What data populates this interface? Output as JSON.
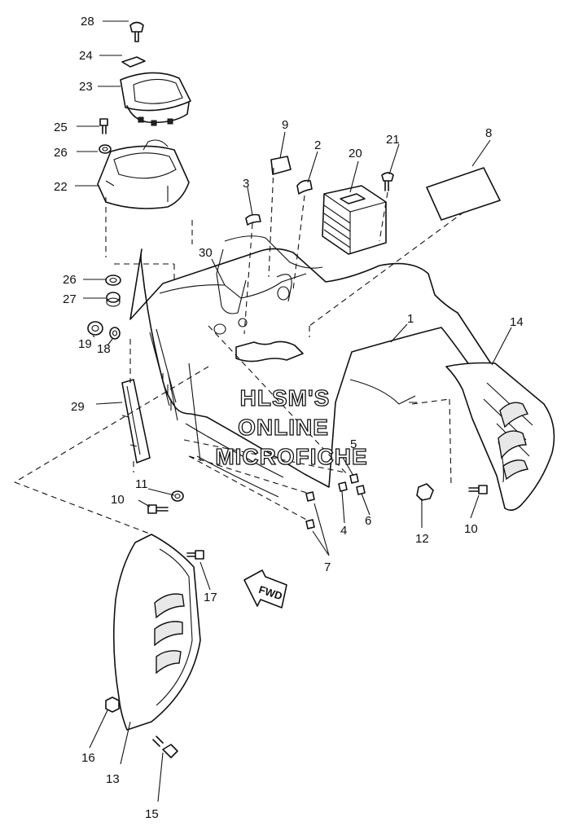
{
  "watermark": [
    "HLSM'S",
    "ONLINE",
    "MICROFICHE"
  ],
  "fwd_label": "FWD",
  "callouts": {
    "c28": "28",
    "c24": "24",
    "c23": "23",
    "c25": "25",
    "c26a": "26",
    "c22": "22",
    "c9": "9",
    "c2": "2",
    "c21": "21",
    "c20": "20",
    "c8": "8",
    "c3": "3",
    "c30": "30",
    "c26b": "26",
    "c27": "27",
    "c1": "1",
    "c14": "14",
    "c19": "19",
    "c18": "18",
    "c29": "29",
    "c5": "5",
    "c11": "11",
    "c10a": "10",
    "c4": "4",
    "c6": "6",
    "c12": "12",
    "c10b": "10",
    "c7": "7",
    "c17": "17",
    "c16": "16",
    "c13": "13",
    "c15": "15"
  }
}
